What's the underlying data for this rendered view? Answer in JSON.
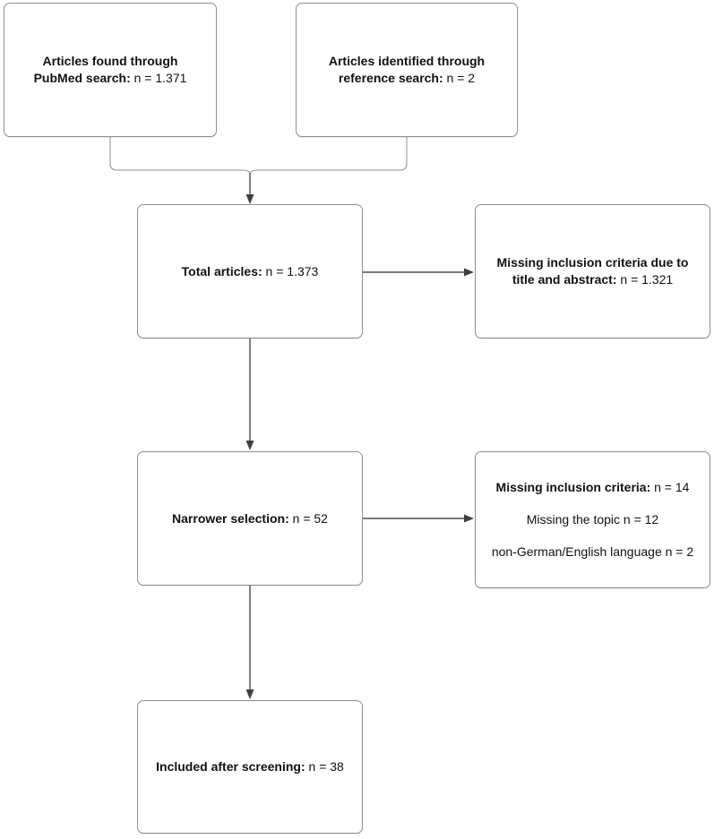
{
  "colors": {
    "box-border": "#8f8f8f",
    "box-fill": "#ffffff",
    "page-bg": "#ffffff",
    "connector": "#8f8f8f",
    "arrow-line": "#4d4d4d",
    "arrow-head": "#3f3f3f",
    "text": "#111111"
  },
  "boxes": {
    "pubmed": {
      "label": "Articles found through\nPubMed search:",
      "value": "n = 1.371"
    },
    "reference": {
      "label": "Articles identified through\nreference search:",
      "value": "n = 2"
    },
    "total": {
      "label": "Total articles:",
      "value": "n = 1.373"
    },
    "missing_title": {
      "label": "Missing inclusion criteria due to\ntitle and abstract:",
      "value": "n = 1.321"
    },
    "narrower": {
      "label": "Narrower selection:",
      "value": "n = 52"
    },
    "reasons": {
      "lines": [
        {
          "label": "Missing inclusion criteria:",
          "value": "n = 14"
        },
        {
          "text": "Missing the topic n = 12"
        },
        {
          "text": "non-German/English language n = 2"
        }
      ]
    },
    "included": {
      "label": "Included after screening:",
      "value": "n = 38"
    }
  },
  "edges": [
    {
      "from": "pubmed",
      "to": "total"
    },
    {
      "from": "reference",
      "to": "total"
    },
    {
      "from": "total",
      "to": "missing_title"
    },
    {
      "from": "total",
      "to": "narrower"
    },
    {
      "from": "narrower",
      "to": "reasons"
    },
    {
      "from": "narrower",
      "to": "included"
    }
  ]
}
